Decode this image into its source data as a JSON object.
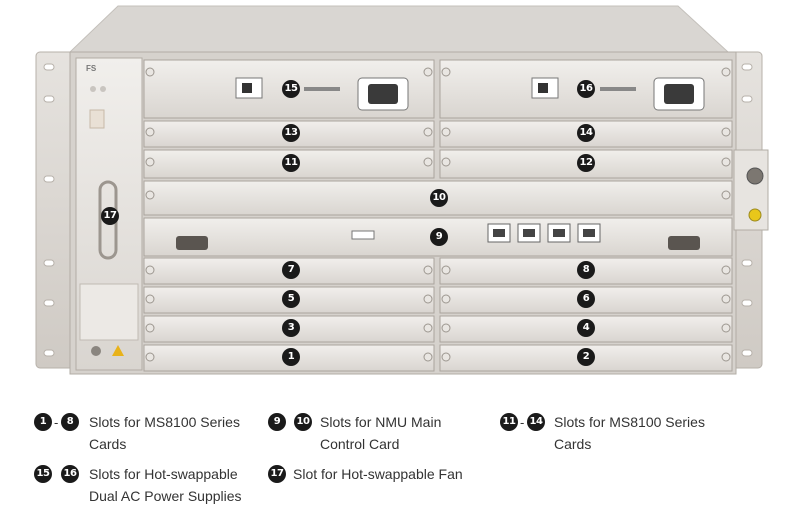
{
  "brand": "FS",
  "slot_badges": {
    "s1": "1",
    "s2": "2",
    "s3": "3",
    "s4": "4",
    "s5": "5",
    "s6": "6",
    "s7": "7",
    "s8": "8",
    "s9": "9",
    "s10": "10",
    "s11": "11",
    "s12": "12",
    "s13": "13",
    "s14": "14",
    "s15": "15",
    "s16": "16",
    "s17": "17"
  },
  "legend": {
    "cards_1_8": {
      "from": "1",
      "sep": "-",
      "to": "8",
      "line1": "Slots for MS8100 Series",
      "line2": "Cards"
    },
    "nmu_9_10": {
      "a": "9",
      "b": "10",
      "line1": "Slots for NMU Main",
      "line2": "Control Card"
    },
    "cards_11_14": {
      "from": "11",
      "sep": "-",
      "to": "14",
      "line1": "Slots for MS8100 Series",
      "line2": "Cards"
    },
    "power_15_16": {
      "a": "15",
      "b": "16",
      "line1": "Slots for Hot-swappable",
      "line2": "Dual AC Power Supplies"
    },
    "fan_17": {
      "a": "17",
      "line1": "Slot for Hot-swappable Fan"
    }
  }
}
